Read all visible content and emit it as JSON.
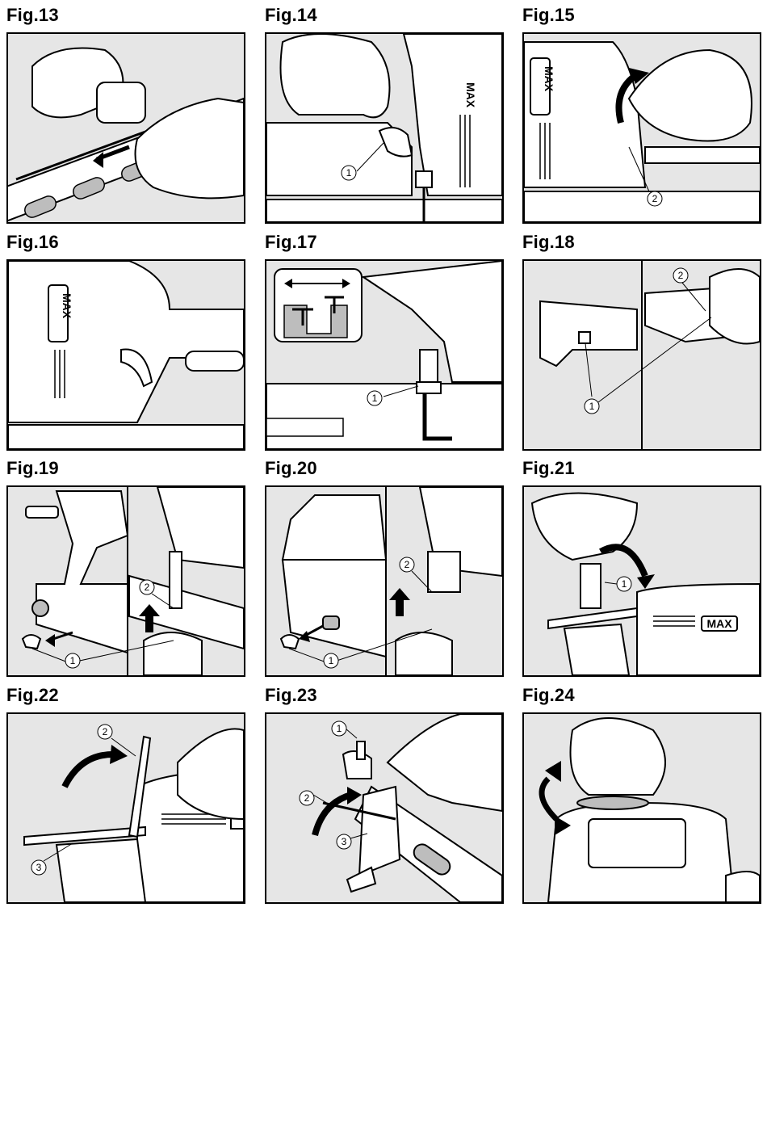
{
  "figures": [
    {
      "id": "fig13",
      "title": "Fig.13",
      "callouts": []
    },
    {
      "id": "fig14",
      "title": "Fig.14",
      "callouts": [
        "1"
      ]
    },
    {
      "id": "fig15",
      "title": "Fig.15",
      "callouts": [
        "2"
      ],
      "brand": "MAX"
    },
    {
      "id": "fig16",
      "title": "Fig.16",
      "callouts": [],
      "brand": "MAX"
    },
    {
      "id": "fig17",
      "title": "Fig.17",
      "callouts": [
        "1"
      ]
    },
    {
      "id": "fig18",
      "title": "Fig.18",
      "callouts": [
        "1",
        "2"
      ]
    },
    {
      "id": "fig19",
      "title": "Fig.19",
      "callouts": [
        "1",
        "2"
      ]
    },
    {
      "id": "fig20",
      "title": "Fig.20",
      "callouts": [
        "1",
        "2"
      ]
    },
    {
      "id": "fig21",
      "title": "Fig.21",
      "callouts": [
        "1"
      ],
      "brand": "MAX"
    },
    {
      "id": "fig22",
      "title": "Fig.22",
      "callouts": [
        "2",
        "3"
      ]
    },
    {
      "id": "fig23",
      "title": "Fig.23",
      "callouts": [
        "1",
        "2",
        "3"
      ]
    },
    {
      "id": "fig24",
      "title": "Fig.24",
      "callouts": []
    }
  ],
  "brand_text": "MAX",
  "colors": {
    "panel_bg": "#e6e6e6",
    "line": "#000000",
    "fill_light": "#ffffff",
    "fill_mid": "#bdbdbd"
  }
}
